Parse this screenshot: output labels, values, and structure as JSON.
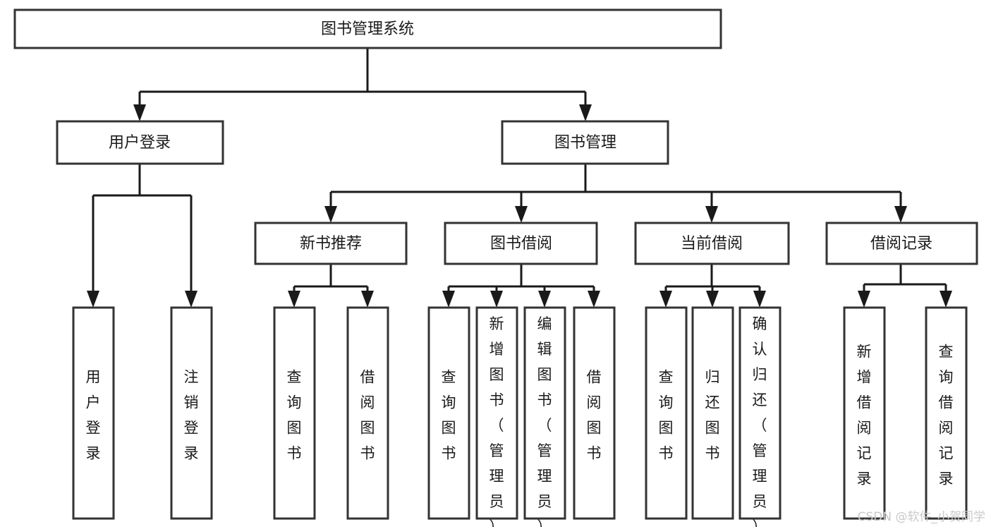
{
  "diagram": {
    "type": "tree",
    "title": "图书管理系统",
    "root": {
      "id": "root",
      "label": "图书管理系统",
      "orientation": "horizontal"
    },
    "level2": [
      {
        "id": "user-login",
        "label": "用户登录",
        "orientation": "horizontal"
      },
      {
        "id": "book-manage",
        "label": "图书管理",
        "orientation": "horizontal"
      }
    ],
    "level3": [
      {
        "id": "new-book-recommend",
        "label": "新书推荐",
        "orientation": "horizontal",
        "parent": "book-manage"
      },
      {
        "id": "book-borrow",
        "label": "图书借阅",
        "orientation": "horizontal",
        "parent": "book-manage"
      },
      {
        "id": "current-borrow",
        "label": "当前借阅",
        "orientation": "horizontal",
        "parent": "book-manage"
      },
      {
        "id": "borrow-record",
        "label": "借阅记录",
        "orientation": "horizontal",
        "parent": "book-manage"
      }
    ],
    "leaves": [
      {
        "id": "leaf-user-login",
        "label": "用户登录",
        "parent": "user-login",
        "orientation": "vertical",
        "align": "center"
      },
      {
        "id": "leaf-user-logout",
        "label": "注销登录",
        "parent": "user-login",
        "orientation": "vertical",
        "align": "center"
      },
      {
        "id": "leaf-query-book-1",
        "label": "查询图书",
        "parent": "new-book-recommend",
        "orientation": "vertical",
        "align": "center"
      },
      {
        "id": "leaf-borrow-book-1",
        "label": "借阅图书",
        "parent": "new-book-recommend",
        "orientation": "vertical",
        "align": "center"
      },
      {
        "id": "leaf-query-book-2",
        "label": "查询图书",
        "parent": "book-borrow",
        "orientation": "vertical",
        "align": "center"
      },
      {
        "id": "leaf-add-book",
        "label": "新增图书（管理员）",
        "parent": "book-borrow",
        "orientation": "vertical",
        "align": "top"
      },
      {
        "id": "leaf-edit-book",
        "label": "编辑图书（管理员）",
        "parent": "book-borrow",
        "orientation": "vertical",
        "align": "top"
      },
      {
        "id": "leaf-borrow-book-2",
        "label": "借阅图书",
        "parent": "book-borrow",
        "orientation": "vertical",
        "align": "center"
      },
      {
        "id": "leaf-query-book-3",
        "label": "查询图书",
        "parent": "current-borrow",
        "orientation": "vertical",
        "align": "center"
      },
      {
        "id": "leaf-return-book",
        "label": "归还图书",
        "parent": "current-borrow",
        "orientation": "vertical",
        "align": "center"
      },
      {
        "id": "leaf-confirm-return",
        "label": "确认归还（管理员）",
        "parent": "current-borrow",
        "orientation": "vertical",
        "align": "top"
      },
      {
        "id": "leaf-add-record",
        "label": "新增借阅记录",
        "parent": "borrow-record",
        "orientation": "vertical",
        "align": "center"
      },
      {
        "id": "leaf-query-record",
        "label": "查询借阅记录",
        "parent": "borrow-record",
        "orientation": "vertical",
        "align": "center"
      }
    ],
    "colors": {
      "box_fill": "#ffffff",
      "box_stroke": "#333333",
      "connector": "#1a1a1a",
      "text": "#1a1a1a",
      "watermark": "#c9c9c9",
      "background": "#ffffff"
    }
  },
  "watermark": {
    "text": "CSDN @软件_小贺同学"
  }
}
